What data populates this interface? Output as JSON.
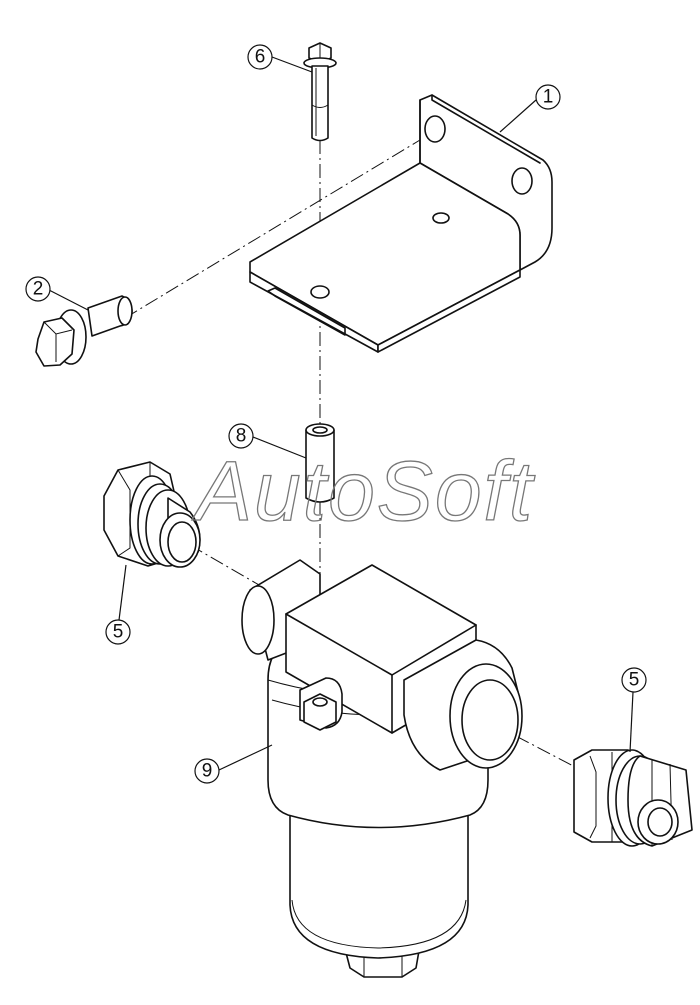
{
  "watermark": "AutoSoft",
  "callouts": {
    "c1": "1",
    "c2": "2",
    "c5a": "5",
    "c5b": "5",
    "c6": "6",
    "c8": "8",
    "c9": "9"
  }
}
